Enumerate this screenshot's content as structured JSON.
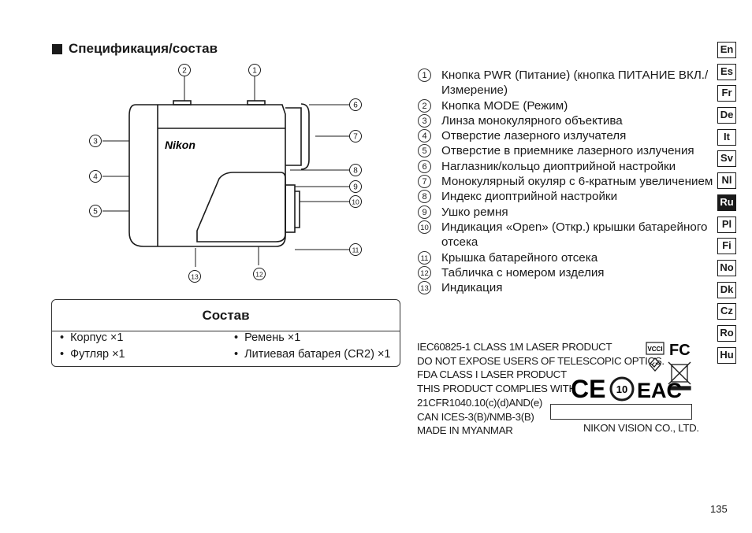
{
  "heading": "Спецификация/состав",
  "diagram": {
    "brand": "Nikon",
    "callouts": [
      "1",
      "2",
      "3",
      "4",
      "5",
      "6",
      "7",
      "8",
      "9",
      "10",
      "11",
      "12",
      "13"
    ]
  },
  "composition": {
    "title": "Состав",
    "items_left": [
      "Корпус ×1",
      "Футляр ×1"
    ],
    "items_right": [
      "Ремень ×1",
      "Литиевая батарея (CR2) ×1"
    ]
  },
  "parts": [
    {
      "num": "1",
      "text": "Кнопка PWR (Питание) (кнопка ПИТАНИЕ ВКЛ./Измерение)"
    },
    {
      "num": "2",
      "text": "Кнопка MODE (Режим)"
    },
    {
      "num": "3",
      "text": "Линза монокулярного объектива"
    },
    {
      "num": "4",
      "text": "Отверстие лазерного излучателя"
    },
    {
      "num": "5",
      "text": "Отверстие в приемнике лазерного излучения"
    },
    {
      "num": "6",
      "text": "Наглазник/кольцо диоптрийной настройки"
    },
    {
      "num": "7",
      "text": "Монокулярный окуляр с 6-кратным увеличением"
    },
    {
      "num": "8",
      "text": "Индекс диоптрийной настройки"
    },
    {
      "num": "9",
      "text": "Ушко ремня"
    },
    {
      "num": "10",
      "text": "Индикация «Open» (Откр.) крышки батарейного отсека"
    },
    {
      "num": "11",
      "text": "Крышка батарейного отсека"
    },
    {
      "num": "12",
      "text": "Табличка с номером изделия"
    },
    {
      "num": "13",
      "text": "Индикация"
    }
  ],
  "label": {
    "lines": [
      "IEC60825-1 CLASS 1M LASER PRODUCT",
      "DO NOT EXPOSE USERS OF TELESCOPIC OPTICS.",
      "FDA CLASS I LASER PRODUCT",
      "THIS PRODUCT COMPLIES WITH",
      "21CFR1040.10(c)(d)AND(e)",
      "CAN ICES-3(B)/NMB-3(B)",
      "MADE IN MYANMAR"
    ],
    "manufacturer": "NIKON VISION CO., LTD.",
    "marks": {
      "vcci": "VCCI",
      "fcc": "FC",
      "ce": "CE",
      "eac": "EAC",
      "recycle": "10"
    }
  },
  "languages": [
    "En",
    "Es",
    "Fr",
    "De",
    "It",
    "Sv",
    "Nl",
    "Ru",
    "Pl",
    "Fi",
    "No",
    "Dk",
    "Cz",
    "Ro",
    "Hu"
  ],
  "active_language": "Ru",
  "page_number": "135"
}
